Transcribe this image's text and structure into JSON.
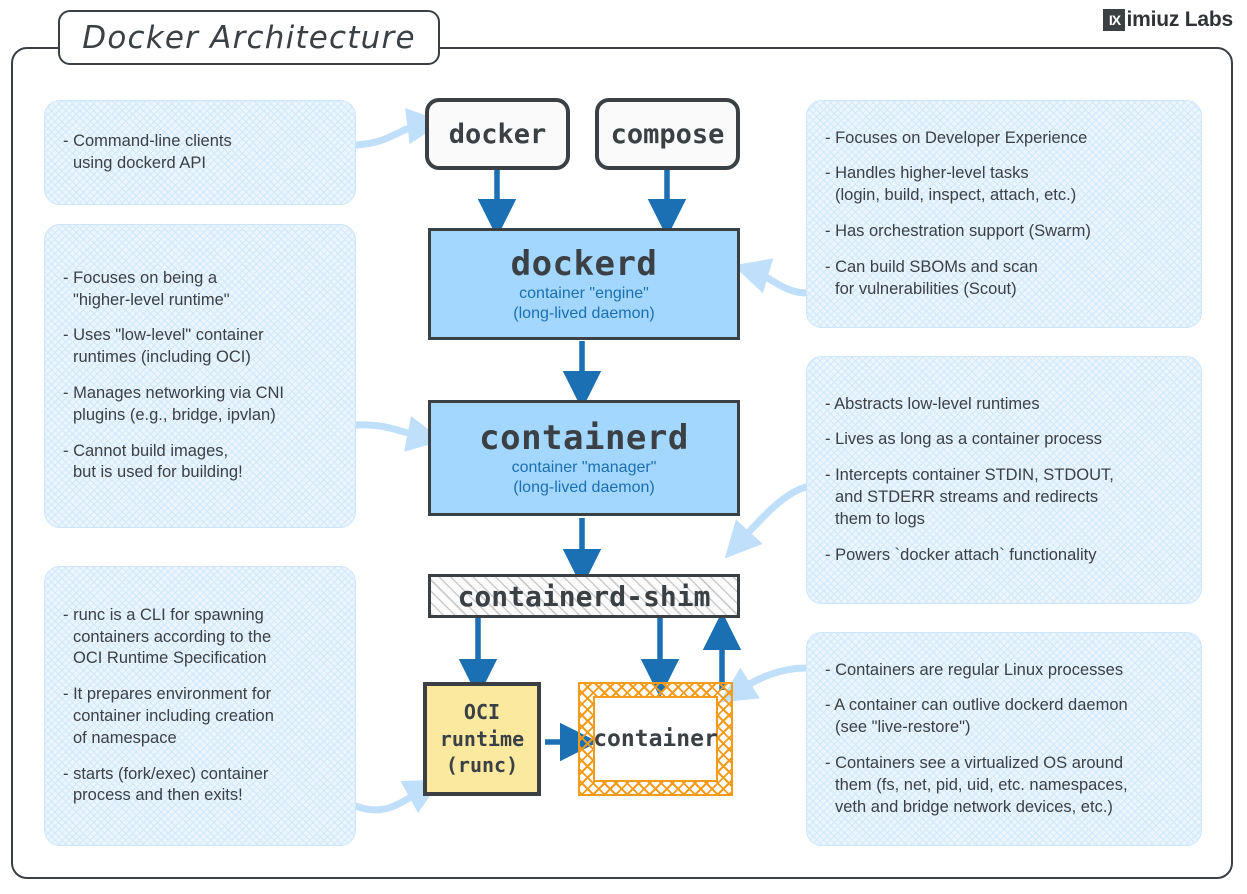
{
  "brand": {
    "mark": "IX",
    "name": "imiuz Labs"
  },
  "title": "Docker Architecture",
  "nodes": {
    "docker": {
      "label": "docker"
    },
    "compose": {
      "label": "compose"
    },
    "dockerd": {
      "label": "dockerd",
      "sub1": "container \"engine\"",
      "sub2": "(long-lived daemon)"
    },
    "containerd": {
      "label": "containerd",
      "sub1": "container \"manager\"",
      "sub2": "(long-lived daemon)"
    },
    "shim": {
      "label": "containerd-shim"
    },
    "runtime": {
      "label": "OCI\nruntime\n(runc)"
    },
    "container": {
      "label": "container"
    }
  },
  "callouts": {
    "clients": {
      "lines": [
        "- Command-line clients\n  using dockerd API"
      ]
    },
    "containerd_left": {
      "lines": [
        "- Focuses on being a\n  \"higher-level runtime\"",
        "- Uses \"low-level\" container\n  runtimes (including OCI)",
        "- Manages networking via CNI\n  plugins (e.g., bridge, ipvlan)",
        "- Cannot build images,\n  but is used for building!"
      ]
    },
    "runc_left": {
      "lines": [
        "- runc is a CLI for spawning\n  containers according to the\n  OCI Runtime Specification",
        "- It prepares environment for\n  container including creation\n  of namespace",
        "- starts (fork/exec) container\n  process and then exits!"
      ]
    },
    "dockerd_right": {
      "lines": [
        "- Focuses on Developer Experience",
        "- Handles higher-level tasks\n  (login, build, inspect, attach, etc.)",
        "- Has orchestration support (Swarm)",
        "- Can build SBOMs and scan\n  for vulnerabilities (Scout)"
      ]
    },
    "shim_right": {
      "lines": [
        "- Abstracts low-level runtimes",
        "- Lives as long as a container process",
        "- Intercepts container STDIN, STDOUT,\n  and STDERR streams and redirects\n  them to logs",
        "- Powers `docker attach` functionality"
      ]
    },
    "container_right": {
      "lines": [
        "- Containers are regular Linux processes",
        "- A container can outlive dockerd daemon\n  (see \"live-restore\")",
        "- Containers see a virtualized OS around\n  them (fs, net, pid, uid, etc. namespaces,\n  veth and bridge network devices, etc.)"
      ]
    }
  },
  "colors": {
    "ink": "#3b4045",
    "daemon_fill": "#a3d7fd",
    "runtime_fill": "#fbe9a0",
    "container_accent": "#f59b1c",
    "arrow_blue": "#1b6fb3",
    "callout_fill": "#eaf5fe",
    "connector_blue": "#bfdffa"
  }
}
